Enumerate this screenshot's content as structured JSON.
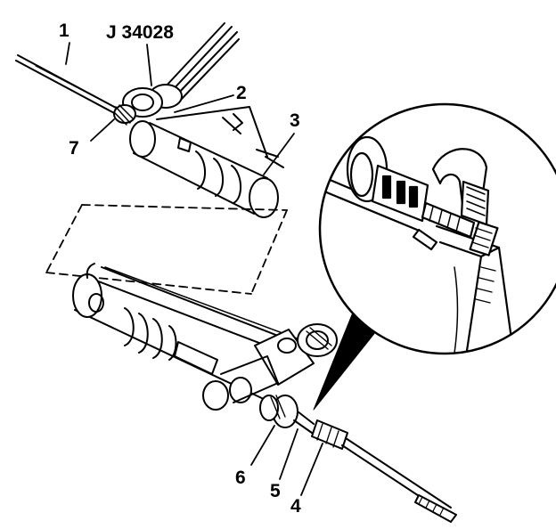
{
  "diagram": {
    "tool_label": "J 34028",
    "callouts": {
      "n1": "1",
      "n2": "2",
      "n3": "3",
      "n4": "4",
      "n5": "5",
      "n6": "6",
      "n7": "7"
    }
  },
  "colors": {
    "ink": "#000000",
    "paper": "#ffffff",
    "shade": "#8a8a8a"
  }
}
